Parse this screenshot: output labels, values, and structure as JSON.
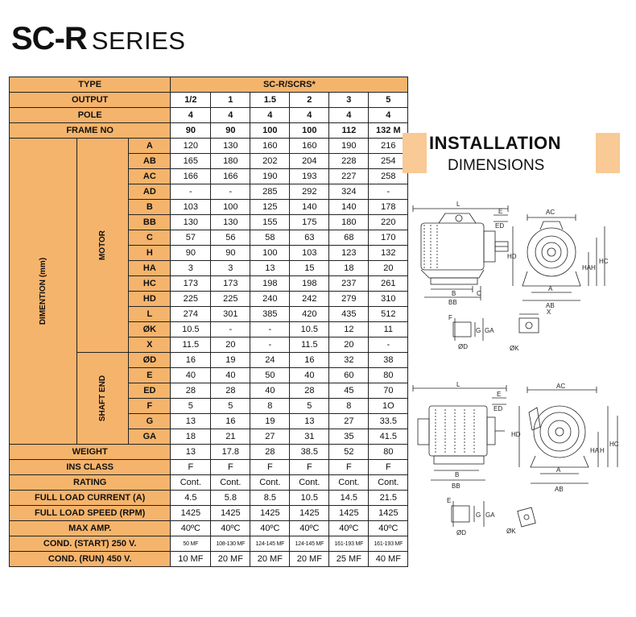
{
  "title": {
    "bold": "SC-R",
    "normal": "SERIES"
  },
  "installation": {
    "line1": "INSTALLATION",
    "line2": "DIMENSIONS"
  },
  "table": {
    "type_label": "TYPE",
    "type_value": "SC-R/SCRS*",
    "output_label": "OUTPUT",
    "output": [
      "1/2",
      "1",
      "1.5",
      "2",
      "3",
      "5"
    ],
    "pole_label": "POLE",
    "pole": [
      "4",
      "4",
      "4",
      "4",
      "4",
      "4"
    ],
    "frame_label": "FRAME NO",
    "frame": [
      "90",
      "90",
      "100",
      "100",
      "112",
      "132 M"
    ],
    "dim_label": "DIMENTION (mm)",
    "motor_label": "MOTOR",
    "shaft_label": "SHAFT END",
    "motor_rows": [
      {
        "label": "A",
        "values": [
          "120",
          "130",
          "160",
          "160",
          "190",
          "216"
        ]
      },
      {
        "label": "AB",
        "values": [
          "165",
          "180",
          "202",
          "204",
          "228",
          "254"
        ]
      },
      {
        "label": "AC",
        "values": [
          "166",
          "166",
          "190",
          "193",
          "227",
          "258"
        ]
      },
      {
        "label": "AD",
        "values": [
          "-",
          "-",
          "285",
          "292",
          "324",
          "-"
        ]
      },
      {
        "label": "B",
        "values": [
          "103",
          "100",
          "125",
          "140",
          "140",
          "178"
        ]
      },
      {
        "label": "BB",
        "values": [
          "130",
          "130",
          "155",
          "175",
          "180",
          "220"
        ]
      },
      {
        "label": "C",
        "values": [
          "57",
          "56",
          "58",
          "63",
          "68",
          "170"
        ]
      },
      {
        "label": "H",
        "values": [
          "90",
          "90",
          "100",
          "103",
          "123",
          "132"
        ]
      },
      {
        "label": "HA",
        "values": [
          "3",
          "3",
          "13",
          "15",
          "18",
          "20"
        ]
      },
      {
        "label": "HC",
        "values": [
          "173",
          "173",
          "198",
          "198",
          "237",
          "261"
        ]
      },
      {
        "label": "HD",
        "values": [
          "225",
          "225",
          "240",
          "242",
          "279",
          "310"
        ]
      },
      {
        "label": "L",
        "values": [
          "274",
          "301",
          "385",
          "420",
          "435",
          "512"
        ]
      },
      {
        "label": "ØK",
        "values": [
          "10.5",
          "-",
          "-",
          "10.5",
          "12",
          "11"
        ]
      },
      {
        "label": "X",
        "values": [
          "11.5",
          "20",
          "-",
          "11.5",
          "20",
          "-"
        ]
      }
    ],
    "shaft_rows": [
      {
        "label": "ØD",
        "values": [
          "16",
          "19",
          "24",
          "16",
          "32",
          "38"
        ]
      },
      {
        "label": "E",
        "values": [
          "40",
          "40",
          "50",
          "40",
          "60",
          "80"
        ]
      },
      {
        "label": "ED",
        "values": [
          "28",
          "28",
          "40",
          "28",
          "45",
          "70"
        ]
      },
      {
        "label": "F",
        "values": [
          "5",
          "5",
          "8",
          "5",
          "8",
          "1O"
        ]
      },
      {
        "label": "G",
        "values": [
          "13",
          "16",
          "19",
          "13",
          "27",
          "33.5"
        ]
      },
      {
        "label": "GA",
        "values": [
          "18",
          "21",
          "27",
          "31",
          "35",
          "41.5"
        ]
      }
    ],
    "bottom_rows": [
      {
        "label": "WEIGHT",
        "values": [
          "13",
          "17.8",
          "28",
          "38.5",
          "52",
          "80"
        ]
      },
      {
        "label": "INS CLASS",
        "values": [
          "F",
          "F",
          "F",
          "F",
          "F",
          "F"
        ]
      },
      {
        "label": "RATING",
        "values": [
          "Cont.",
          "Cont.",
          "Cont.",
          "Cont.",
          "Cont.",
          "Cont."
        ]
      },
      {
        "label": "FULL LOAD CURRENT (A)",
        "values": [
          "4.5",
          "5.8",
          "8.5",
          "10.5",
          "14.5",
          "21.5"
        ]
      },
      {
        "label": "FULL LOAD SPEED (RPM)",
        "values": [
          "1425",
          "1425",
          "1425",
          "1425",
          "1425",
          "1425"
        ]
      },
      {
        "label": "MAX AMP.",
        "values": [
          "40ºC",
          "40ºC",
          "40ºC",
          "40ºC",
          "40ºC",
          "40ºC"
        ]
      },
      {
        "label": "COND. (START) 250 V.",
        "values": [
          "50 MF",
          "108-130 MF",
          "124-145 MF",
          "124-145 MF",
          "161-193 MF",
          "161-193 MF"
        ],
        "small": true
      },
      {
        "label": "COND. (RUN) 450 V.",
        "values": [
          "10 MF",
          "20 MF",
          "20 MF",
          "20 MF",
          "25 MF",
          "40 MF"
        ]
      }
    ]
  },
  "drawing_labels": {
    "L": "L",
    "E": "E",
    "ED": "ED",
    "AC": "AC",
    "HD": "HD",
    "HA": "HA",
    "H": "H",
    "HC": "HC",
    "B": "B",
    "C": "C",
    "BB": "BB",
    "A": "A",
    "AB": "AB",
    "F": "F",
    "G": "G",
    "GA": "GA",
    "D": "ØD",
    "X": "X",
    "K": "ØK"
  },
  "colors": {
    "header_orange": "#f5b46c",
    "accent_light": "#f9c996",
    "line": "#222222"
  }
}
